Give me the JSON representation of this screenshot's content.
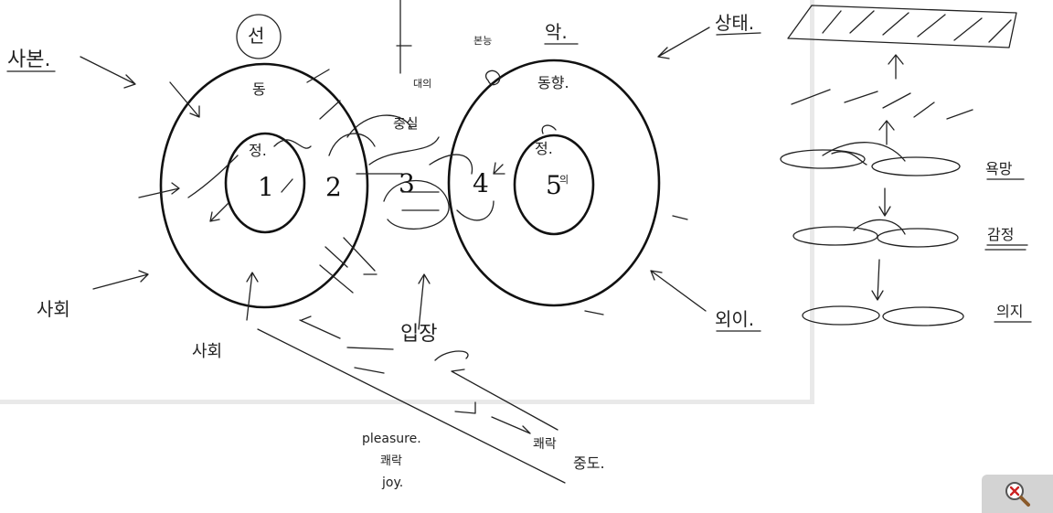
{
  "diagram": {
    "numbers": [
      "1",
      "2",
      "3",
      "4",
      "5"
    ],
    "labels": {
      "top_left": "사본.",
      "left_bottom": "사회",
      "bottom_small": "사회",
      "seon": "선",
      "dong_left": "동",
      "jeong_left": "정.",
      "right_top_label": "상태.",
      "ak": "악.",
      "dong_right": "동향.",
      "jeong_right": "정.",
      "jeong_sub": "의",
      "bottom_right_label": "외이.",
      "center_upper": "충실",
      "ipjang": "입장",
      "pleasure": "pleasure.",
      "joy_ko": "쾌락",
      "joy": "joy.",
      "kwae_rak": "쾌락",
      "jeongdo": "중도.",
      "bonnu": "본능",
      "mid_label": "대의",
      "uk": "욕망",
      "gamjeong": "감정",
      "uiji": "의지"
    }
  },
  "controls": {
    "zoom_icon": "zoom-reset-icon",
    "accent_color": "#cc2222"
  }
}
